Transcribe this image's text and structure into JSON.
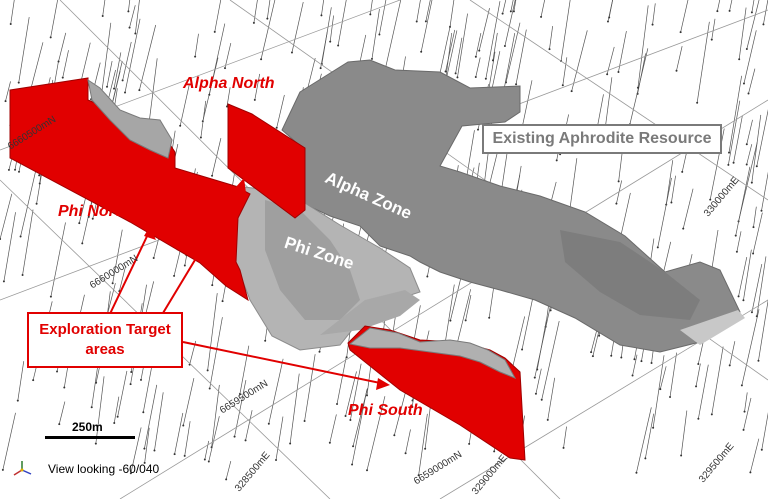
{
  "grid_labels": {
    "n_6660500": "6660500mN",
    "n_6660000": "6660000mN",
    "n_6659500": "6659500mN",
    "n_6659000": "6659000mN",
    "e_330000": "330000mE",
    "e_328500": "328500mE",
    "e_329000": "329000mE",
    "e_329500": "329500mE"
  },
  "zones": {
    "alpha_north": "Alpha North",
    "phi_north": "Phi North",
    "phi_south": "Phi South",
    "alpha_zone": "Alpha Zone",
    "phi_zone": "Phi Zone"
  },
  "callouts": {
    "existing_resource": "Existing Aphrodite Resource",
    "exploration_line1": "Exploration Target",
    "exploration_line2": "areas"
  },
  "scale": {
    "label": "250m"
  },
  "view": {
    "label": "View looking -60/040"
  },
  "colors": {
    "target_red": "#e10000",
    "resource_grey": "#8a8a8a",
    "resource_dark": "#6a6a6a",
    "light_grey": "#c8c8c8",
    "drill_line": "#555555"
  },
  "icons": {
    "axis": "axis-triad-icon"
  }
}
